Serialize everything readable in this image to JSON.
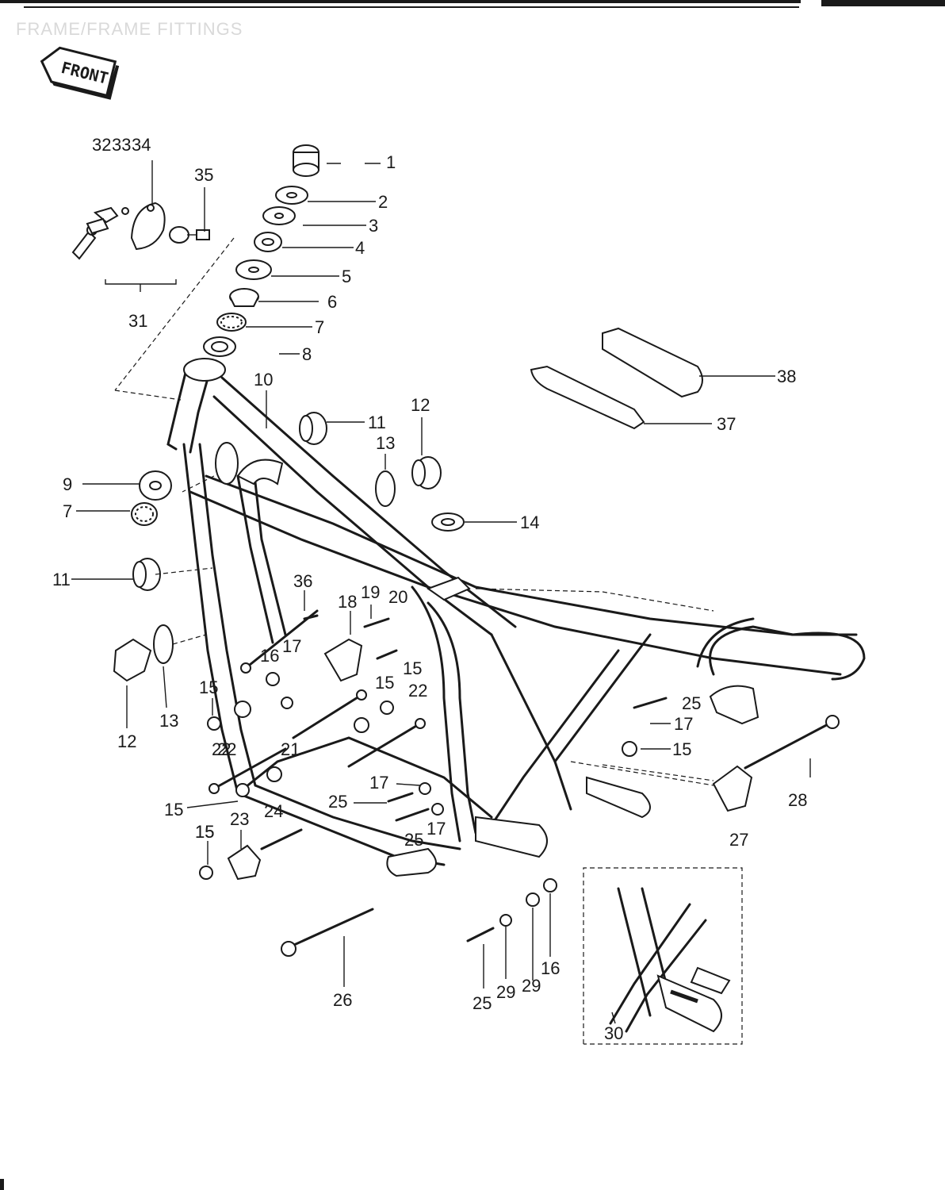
{
  "page": {
    "subtitle": "FRAME/FRAME FITTINGS",
    "front_badge": "FRONT"
  },
  "labels": [
    "1",
    "2",
    "3",
    "4",
    "5",
    "6",
    "7",
    "8",
    "9",
    "7",
    "10",
    "11",
    "12",
    "13",
    "14",
    "11",
    "12",
    "13",
    "31",
    "32",
    "33",
    "34",
    "35",
    "36",
    "37",
    "38",
    "19",
    "18",
    "20",
    "16",
    "17",
    "15",
    "15",
    "22",
    "15",
    "22",
    "21",
    "15",
    "15",
    "22",
    "17",
    "25",
    "17",
    "15",
    "28",
    "27",
    "24",
    "23",
    "15",
    "25",
    "17",
    "25",
    "26",
    "25",
    "29",
    "29",
    "16",
    "30"
  ]
}
